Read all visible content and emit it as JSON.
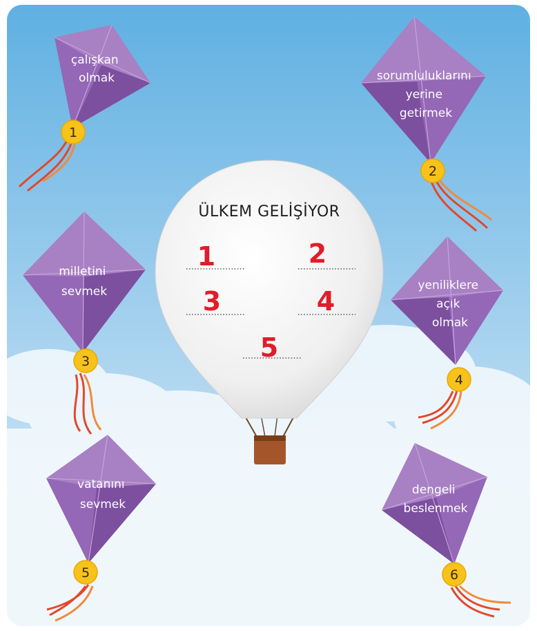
{
  "colors": {
    "sky_top": "#5fb0e2",
    "sky_bottom": "#d9ecf7",
    "kite_light": "#a880c4",
    "kite_dark": "#7c4f9f",
    "tail_red": "#e2482c",
    "tail_orange": "#f08a3c",
    "badge_fill": "#f7c21a",
    "balloon_fill": "#f2f2f2",
    "basket": "#a4562a",
    "number_red": "#e01d2a"
  },
  "balloon": {
    "title": "ÜLKEM GELİŞİYOR",
    "slots": [
      "1",
      "2",
      "3",
      "4",
      "5"
    ]
  },
  "kites": [
    {
      "number": "1",
      "lines": [
        "çalışkan",
        "olmak"
      ]
    },
    {
      "number": "2",
      "lines": [
        "sorumluluklarını",
        "yerine",
        "getirmek"
      ]
    },
    {
      "number": "3",
      "lines": [
        "milletini",
        "sevmek"
      ]
    },
    {
      "number": "4",
      "lines": [
        "yeniliklere",
        "açık",
        "olmak"
      ]
    },
    {
      "number": "5",
      "lines": [
        "vatanını",
        "sevmek"
      ]
    },
    {
      "number": "6",
      "lines": [
        "dengeli",
        "beslenmek"
      ]
    }
  ]
}
